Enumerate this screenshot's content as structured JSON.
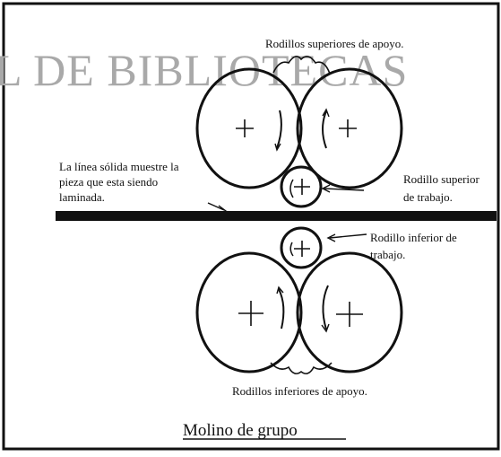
{
  "watermark": "L DE BIBLIOTECAS",
  "labels": {
    "upper_backup": "Rodillos superiores de apoyo.",
    "solid_line_line1": "La línea sólida muestre la",
    "solid_line_line2": "pieza  que  esta  siendo",
    "solid_line_line3": "laminada.",
    "upper_work_line1": "Rodillo superior",
    "upper_work_line2": "de trabajo.",
    "lower_work_line1": "Rodillo inferior de",
    "lower_work_line2": "trabajo.",
    "lower_backup": "Rodillos inferiores de apoyo."
  },
  "title": "Molino de grupo"
}
